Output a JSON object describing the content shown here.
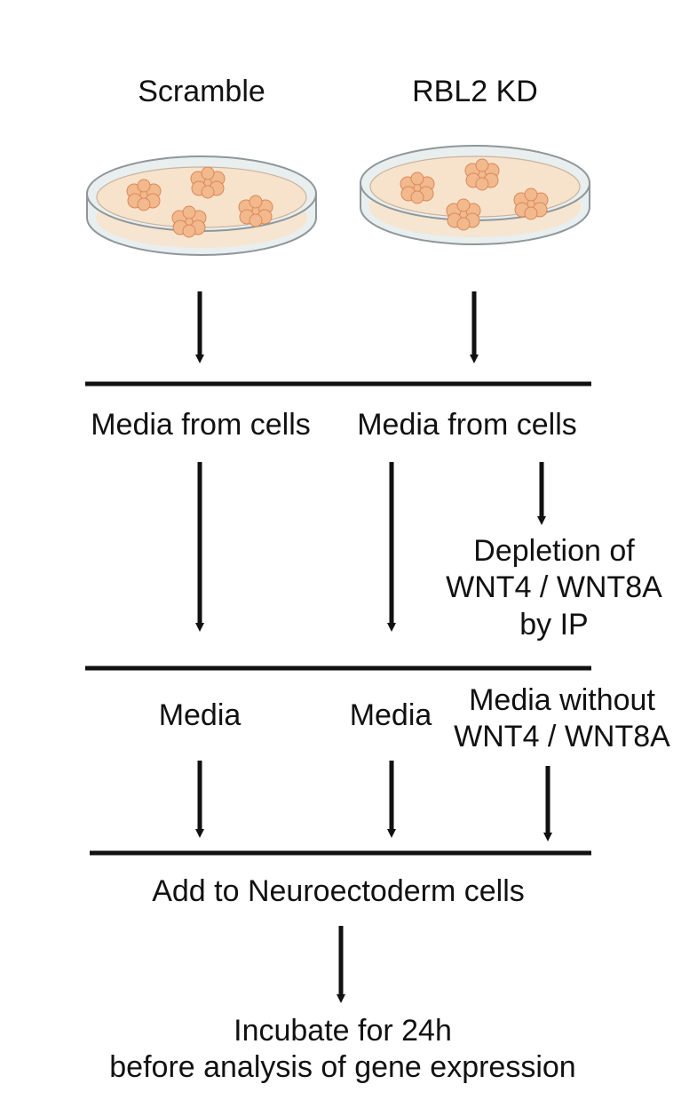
{
  "conditions": {
    "scramble": "Scramble",
    "kd": "RBL2 KD"
  },
  "step1": {
    "scramble": "Media from cells",
    "kd": "Media from cells"
  },
  "depletion": {
    "line1": "Depletion of",
    "line2": "WNT4 / WNT8A",
    "line3": "by IP"
  },
  "step2": {
    "media_a": "Media",
    "media_b": "Media",
    "without_line1": "Media without",
    "without_line2": "WNT4 / WNT8A"
  },
  "step3": {
    "add": "Add to Neuroectoderm cells"
  },
  "final": {
    "line1": "Incubate for 24h",
    "line2": "before analysis of gene expression"
  },
  "colors": {
    "ink": "#111111",
    "dish_rim": "#e9eeef",
    "dish_outline": "#8f979a",
    "medium": "#f7e3cc",
    "colony": "#f2b98d",
    "colony_outline": "#d9885a"
  }
}
